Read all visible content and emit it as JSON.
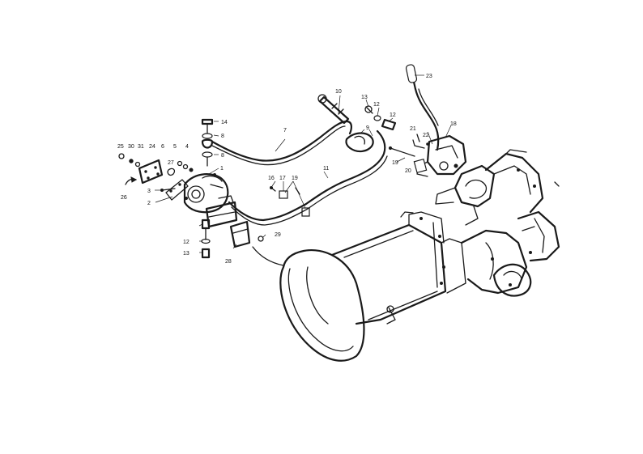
{
  "callouts": {
    "n1": "1",
    "n2": "2",
    "n3": "3",
    "n4": "4",
    "n5": "5",
    "n6": "6",
    "n7": "7",
    "n8a": "8",
    "n8b": "8",
    "n9": "9",
    "n10": "10",
    "n11": "11",
    "n12a": "12",
    "n12b": "12",
    "n12c": "12",
    "n13a": "13",
    "n13b": "13",
    "n14": "14",
    "n16": "16",
    "n17": "17",
    "n18": "18",
    "n19a": "19",
    "n19b": "19",
    "n20": "20",
    "n21": "21",
    "n22": "22",
    "n23": "23",
    "n24": "24",
    "n25": "25",
    "n26": "26",
    "n27": "27",
    "n28": "28",
    "n29": "29",
    "n30": "30",
    "n31": "31"
  },
  "colors": {
    "ink": "#1a1a1a",
    "paper": "#ffffff"
  }
}
